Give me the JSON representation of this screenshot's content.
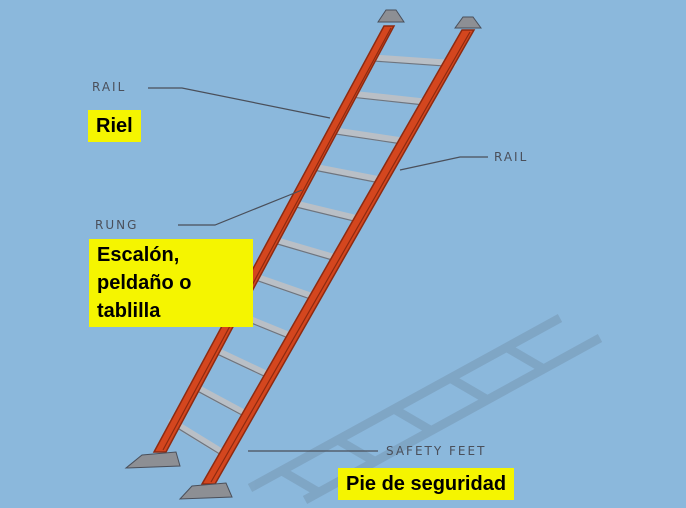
{
  "labels": {
    "rail_left": "RAIL",
    "rail_left_es": "Riel",
    "rail_right": "RAIL",
    "rung": "RUNG",
    "rung_es_1": "Escalón,",
    "rung_es_2": "peldaño o",
    "rung_es_3": "tablilla",
    "safety_feet": "SAFETY FEET",
    "safety_feet_es": "Pie de seguridad"
  },
  "colors": {
    "background": "#8bb8dc",
    "rail": "#d4461e",
    "rail_dark": "#8e2a10",
    "rung": "#b9bfc6",
    "label_box": "#f5f500",
    "leader_line": "#4a4f5a",
    "shadow": "#7fa2c0"
  },
  "icons": [
    "ladder-illustration",
    "safety-foot-icon"
  ]
}
